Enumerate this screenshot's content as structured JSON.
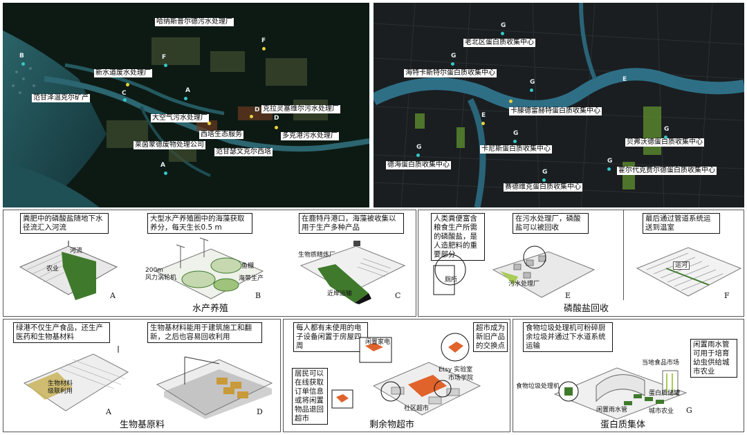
{
  "map_left": {
    "labels": [
      "哈纳斯普尔德污水处理厂",
      "新水道废水处理厂",
      "范甘泽温克尔矿产",
      "大空气污水处理厂",
      "克拉灵塞维尔污水处理厂",
      "西塔生态服务",
      "多克港污水处理厂",
      "莱茵蒙德废物处理公司",
      "范甘瑟文克尔西塔"
    ],
    "letters": [
      "B",
      "F",
      "F",
      "A",
      "C",
      "D",
      "D",
      "A"
    ]
  },
  "map_right": {
    "labels": [
      "老北区蛋白质收集中心",
      "海特卡斯特尔蛋白质收集中心",
      "卡滕德雷赫特蛋白质收集中心",
      "卡尼斯蛋白质收集中心",
      "贝弗沃德蛋白质收集中心",
      "德海蛋白质收集中心",
      "霍尔代克费尔德蛋白质收集中心",
      "赛德维克蛋白质收集中心"
    ],
    "letters": [
      "G",
      "G",
      "E",
      "E",
      "G",
      "G",
      "G",
      "G",
      "G",
      "G"
    ]
  },
  "aquaculture": {
    "title": "水产养殖",
    "a": {
      "callout": "粪肥中的磷酸盐随地下水径流汇入河流",
      "tags": [
        "河流",
        "农业"
      ],
      "letter": "A"
    },
    "b": {
      "callout": "大型水产养殖圈中的海藻获取养分，每天生长0.5 m",
      "tags": [
        "200m",
        "风力涡轮机",
        "鱼棚",
        "海带生产"
      ],
      "letter": "B"
    },
    "c": {
      "callout": "在鹿特丹港口，海藻被收集以用于生产多种产品",
      "tags": [
        "生物质精炼厂",
        "近岸运输"
      ],
      "letter": "C"
    }
  },
  "phosphate": {
    "title": "磷酸盐回收",
    "e": {
      "callout1": "人类粪便富含粮食生产所需的磷酸盐，是人造肥料的重要部分",
      "callout2": "在污水处理厂，磷酸盐可以被回收",
      "tags": [
        "厕所",
        "污水处理厂"
      ],
      "letter": "E"
    },
    "f": {
      "callout": "最后通过管道系统运送到温室",
      "tags": [
        "运河"
      ],
      "letter": "F"
    }
  },
  "biobased": {
    "title": "生物基原料",
    "a": {
      "callout": "绿港不仅生产食品，还生产医药和生物基材料",
      "tags": [
        "生物材料",
        "级联利用"
      ],
      "letter": "A"
    },
    "d": {
      "callout": "生物基材料能用于建筑施工和翻新，之后也容易回收利用",
      "letter": "D"
    }
  },
  "surplus": {
    "title": "剩余物超市",
    "callout1": "每人都有未使用的电子设备闲置于房屋四周",
    "callout2": "超市成为新旧产品的交换点",
    "callout3": "居民可以在线获取订单信息或将闲置物品退回超市",
    "tags": [
      "闲置家电",
      "Etsy 实验室",
      "市场学院",
      "社区超市"
    ]
  },
  "protein": {
    "title": "蛋白质集体",
    "callout1": "食物垃圾处理机可粉碎厨余垃圾并通过下水道系统运输",
    "callout2": "闲置雨水管可用于培育幼虫供给城市农业",
    "tags": [
      "当地食品市场",
      "食物垃圾处理机",
      "蛋白质储罐",
      "闲置雨水管",
      "城市农业"
    ],
    "letter": "G"
  },
  "colors": {
    "accent_green": "#3f7a2c",
    "callout_orange": "#e0632b",
    "dot_yellow": "#e8d23a",
    "dot_cyan": "#33c8c8"
  }
}
